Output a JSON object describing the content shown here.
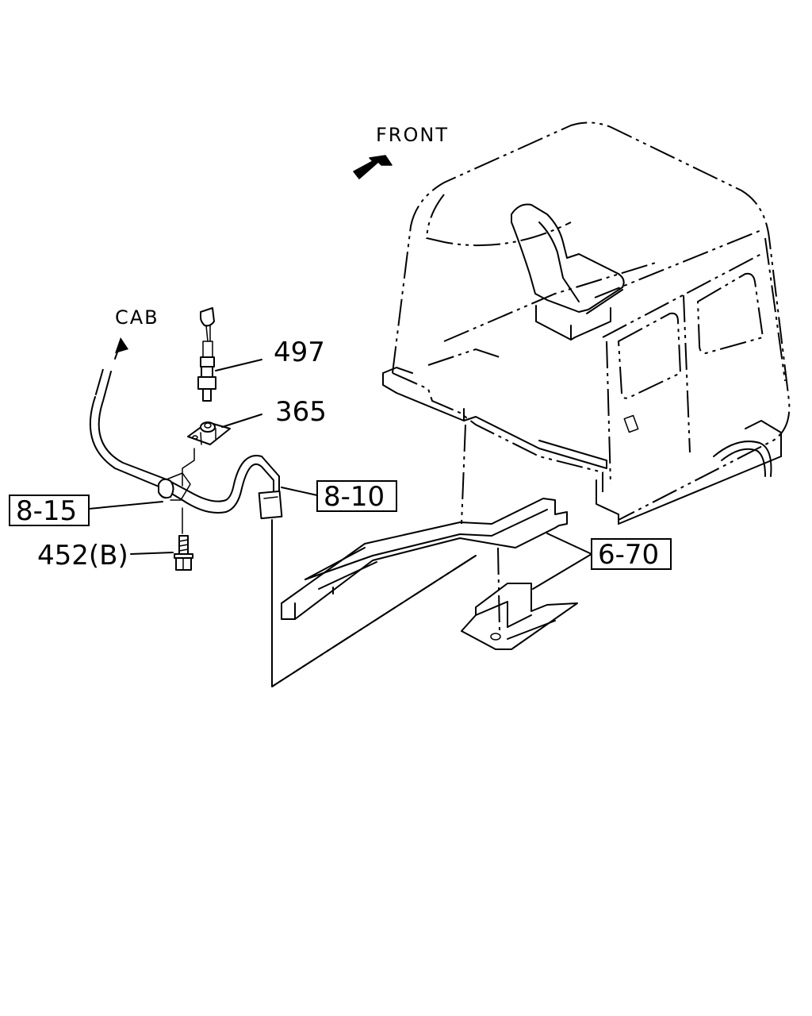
{
  "direction_labels": {
    "front": "FRONT",
    "cab": "CAB"
  },
  "callouts": {
    "p497": "497",
    "p365": "365",
    "p452b": "452(B)",
    "ref_8_15": "8-15",
    "ref_8_10": "8-10",
    "ref_6_70": "6-70"
  },
  "colors": {
    "line": "#000000",
    "background": "#ffffff"
  }
}
